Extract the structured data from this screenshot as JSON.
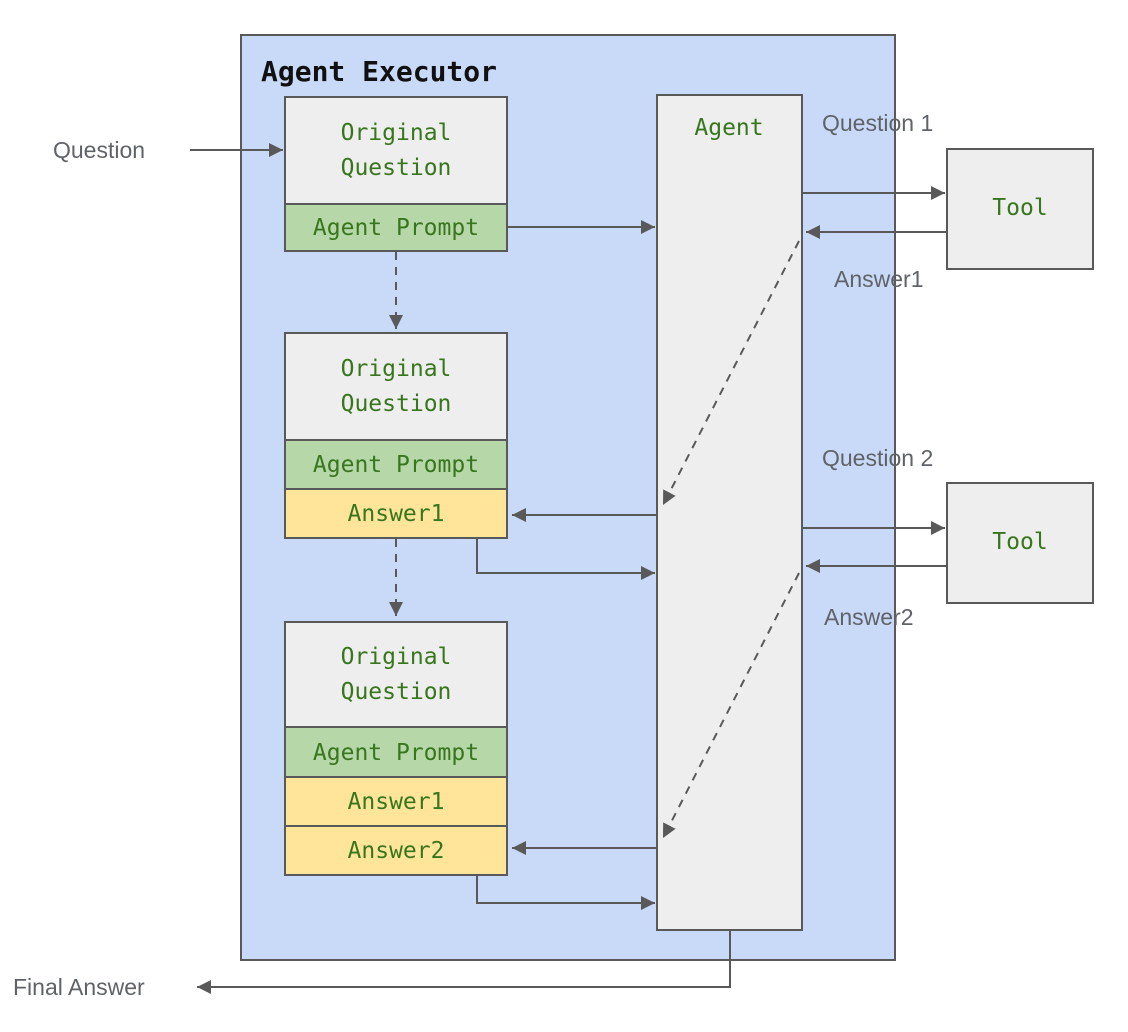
{
  "title": "Agent Executor",
  "colors": {
    "container_fill": "#c9daf8",
    "box_fill": "#eeeeee",
    "prompt_fill": "#b6d7a8",
    "answer_fill": "#ffe599",
    "green_text": "#38761d",
    "gray_text": "#5f6368",
    "title_text": "#111111",
    "line": "#595959"
  },
  "agent": {
    "label": "Agent"
  },
  "tools": [
    {
      "label": "Tool"
    },
    {
      "label": "Tool"
    }
  ],
  "stacks": [
    {
      "rows": [
        {
          "kind": "original-question",
          "lines": [
            "Original",
            "Question"
          ]
        },
        {
          "kind": "agent-prompt",
          "lines": [
            "Agent Prompt"
          ]
        }
      ]
    },
    {
      "rows": [
        {
          "kind": "original-question",
          "lines": [
            "Original",
            "Question"
          ]
        },
        {
          "kind": "agent-prompt",
          "lines": [
            "Agent Prompt"
          ]
        },
        {
          "kind": "answer",
          "lines": [
            "Answer1"
          ]
        }
      ]
    },
    {
      "rows": [
        {
          "kind": "original-question",
          "lines": [
            "Original",
            "Question"
          ]
        },
        {
          "kind": "agent-prompt",
          "lines": [
            "Agent Prompt"
          ]
        },
        {
          "kind": "answer",
          "lines": [
            "Answer1"
          ]
        },
        {
          "kind": "answer",
          "lines": [
            "Answer2"
          ]
        }
      ]
    }
  ],
  "labels": {
    "question_in": "Question",
    "question1": "Question 1",
    "answer1": "Answer1",
    "question2": "Question 2",
    "answer2": "Answer2",
    "final_answer": "Final Answer"
  }
}
